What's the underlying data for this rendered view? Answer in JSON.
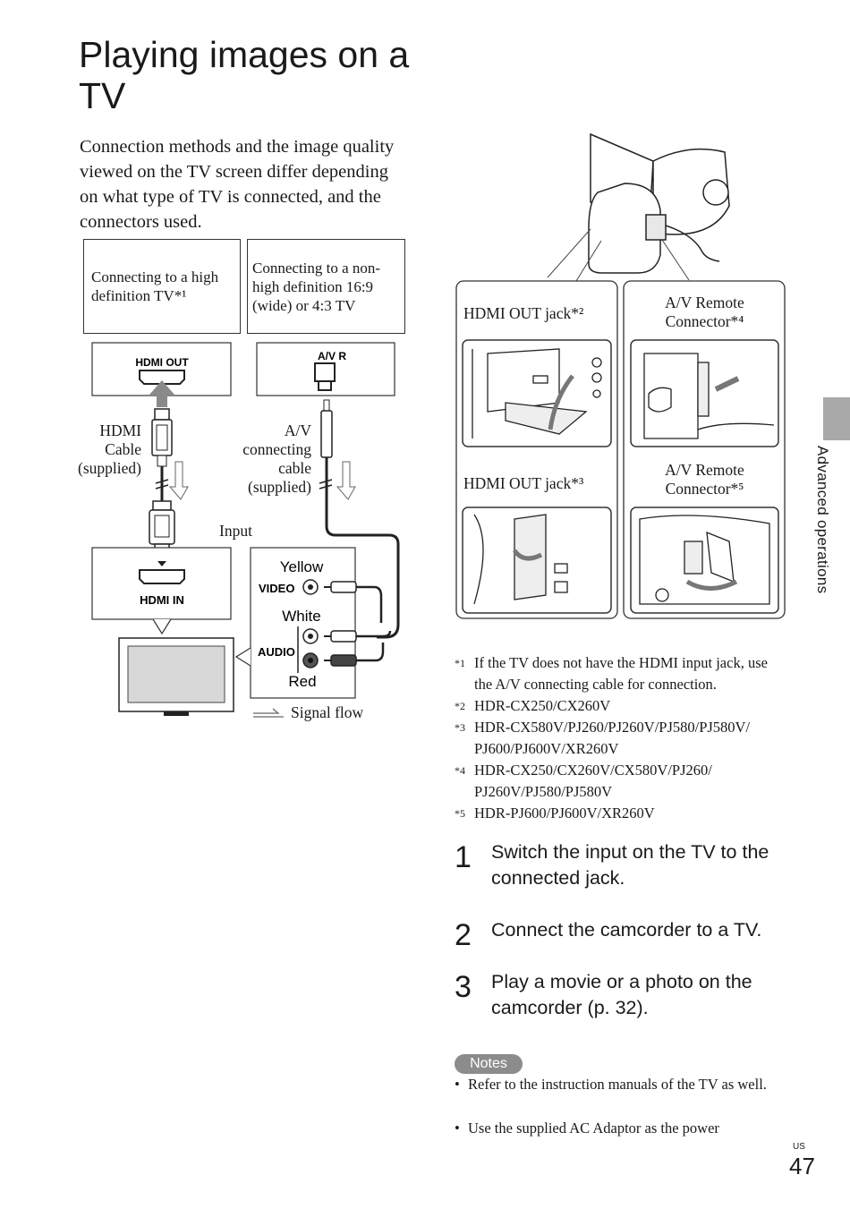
{
  "page": {
    "title": "Playing images on a TV",
    "intro": "Connection methods and the image quality viewed on the TV screen differ depending on what type of TV is connected, and the connectors used.",
    "side_tab_label": "Advanced operations",
    "region": "US",
    "page_number": "47"
  },
  "diagram": {
    "box_hd": "Connecting to a high definition TV*¹",
    "box_nonhd": "Connecting to a non-high definition 16:9 (wide) or 4:3 TV",
    "hdmi_out_label": "HDMI OUT",
    "av_r_label": "A/V R",
    "hdmi_in_label": "HDMI IN",
    "hdmi_cable": [
      "HDMI",
      "Cable",
      "(supplied)"
    ],
    "av_cable": [
      "A/V",
      "connecting",
      "cable",
      "(supplied)"
    ],
    "input": "Input",
    "yellow": "Yellow",
    "video": "VIDEO",
    "white": "White",
    "audio": "AUDIO",
    "red": "Red",
    "signal_flow": "Signal flow"
  },
  "camcorder_panels": {
    "hdmi_out_2": "HDMI OUT jack*²",
    "av_remote_4": [
      "A/V Remote",
      "Connector*⁴"
    ],
    "hdmi_out_3": "HDMI OUT jack*³",
    "av_remote_5": [
      "A/V Remote",
      "Connector*⁵"
    ]
  },
  "footnotes": [
    {
      "mark": "*1",
      "text": "If the TV does not have the HDMI input jack, use the A/V connecting cable for connection."
    },
    {
      "mark": "*2",
      "text": "HDR-CX250/CX260V"
    },
    {
      "mark": "*3",
      "text": "HDR-CX580V/PJ260/PJ260V/PJ580/PJ580V/ PJ600/PJ600V/XR260V"
    },
    {
      "mark": "*4",
      "text": "HDR-CX250/CX260V/CX580V/PJ260/ PJ260V/PJ580/PJ580V"
    },
    {
      "mark": "*5",
      "text": "HDR-PJ600/PJ600V/XR260V"
    }
  ],
  "steps": [
    {
      "num": "1",
      "text": "Switch the input on the TV to the connected jack."
    },
    {
      "num": "2",
      "text": "Connect the camcorder to a TV."
    },
    {
      "num": "3",
      "text": "Play a movie or a photo on the camcorder (p. 32)."
    }
  ],
  "notes": {
    "badge": "Notes",
    "items": [
      "Refer to the instruction manuals of the TV as well.",
      "Use the supplied AC Adaptor as the power"
    ]
  }
}
